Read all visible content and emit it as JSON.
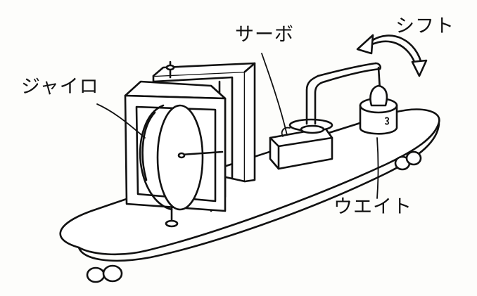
{
  "labels": {
    "gyro": "ジャイロ",
    "servo": "サーボ",
    "shift": "シフト",
    "weight": "ウエイト"
  },
  "colors": {
    "ink": "#111111",
    "paper": "#fdfdfb"
  }
}
